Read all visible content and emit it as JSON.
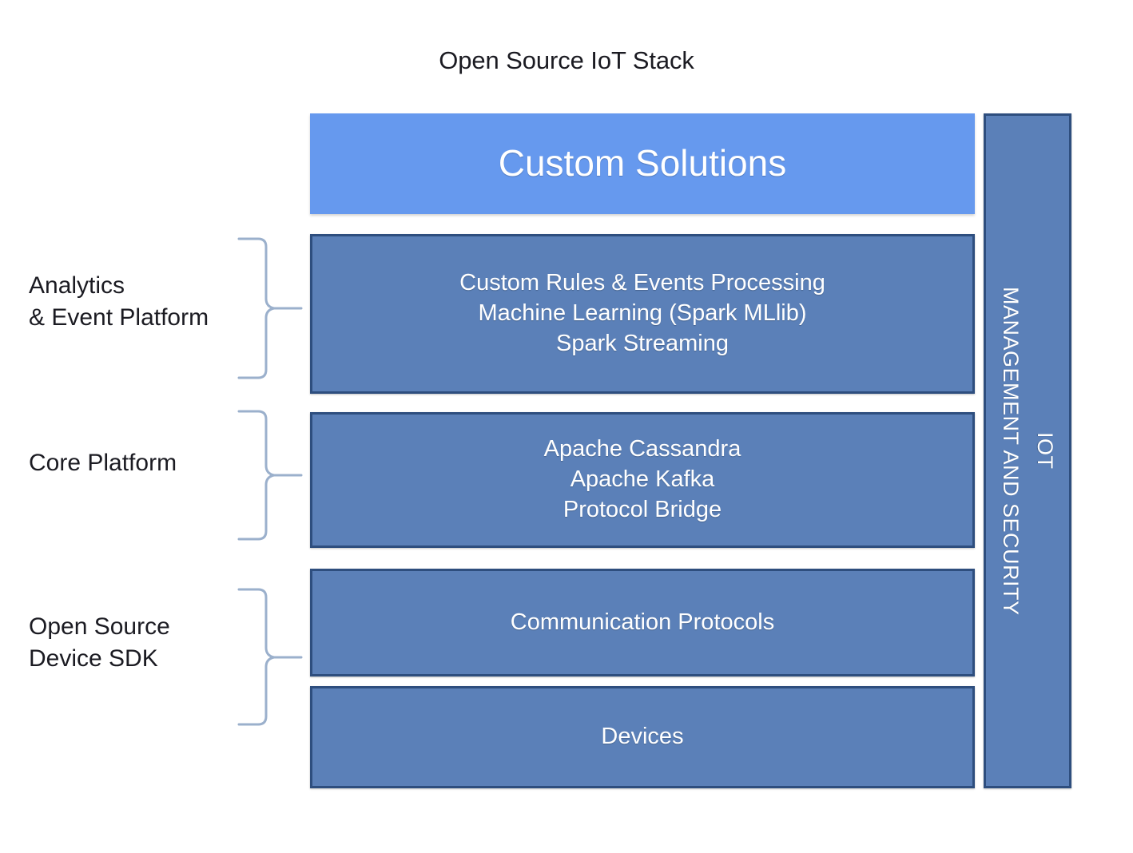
{
  "title": "Open Source IoT Stack",
  "colors": {
    "accent_layer": "#6699EE",
    "layer_fill": "#5B80B8",
    "layer_border": "#2E4E7E",
    "brace": "#9BB0CC",
    "text_on_layer": "#FFFFFF",
    "title_text": "#1B1B22",
    "background": "#FFFFFF"
  },
  "stack": {
    "layers": [
      {
        "id": "custom-solutions",
        "style": "accent",
        "lines": [
          "Custom Solutions"
        ]
      },
      {
        "id": "analytics",
        "style": "standard",
        "lines": [
          "Custom Rules & Events Processing",
          "Machine Learning (Spark MLlib)",
          "Spark Streaming"
        ]
      },
      {
        "id": "core",
        "style": "standard",
        "lines": [
          "Apache Cassandra",
          "Apache Kafka",
          "Protocol Bridge"
        ]
      },
      {
        "id": "communication-protocols",
        "style": "standard",
        "lines": [
          "Communication Protocols"
        ]
      },
      {
        "id": "devices",
        "style": "standard",
        "lines": [
          "Devices"
        ]
      }
    ]
  },
  "sidebar": {
    "orientation": "vertical",
    "line_main": "MANAGEMENT AND SECURITY",
    "line_sub": "IOT",
    "full_text": "IOT MANAGEMENT AND SECURITY"
  },
  "group_labels": [
    {
      "id": "analytics",
      "text": "Analytics\n& Event Platform",
      "spans_layers": [
        "analytics"
      ]
    },
    {
      "id": "core-platform",
      "text": "Core Platform",
      "spans_layers": [
        "core"
      ]
    },
    {
      "id": "open-source-device-sdk",
      "text": "Open Source\nDevice SDK",
      "spans_layers": [
        "communication-protocols",
        "devices"
      ]
    }
  ]
}
